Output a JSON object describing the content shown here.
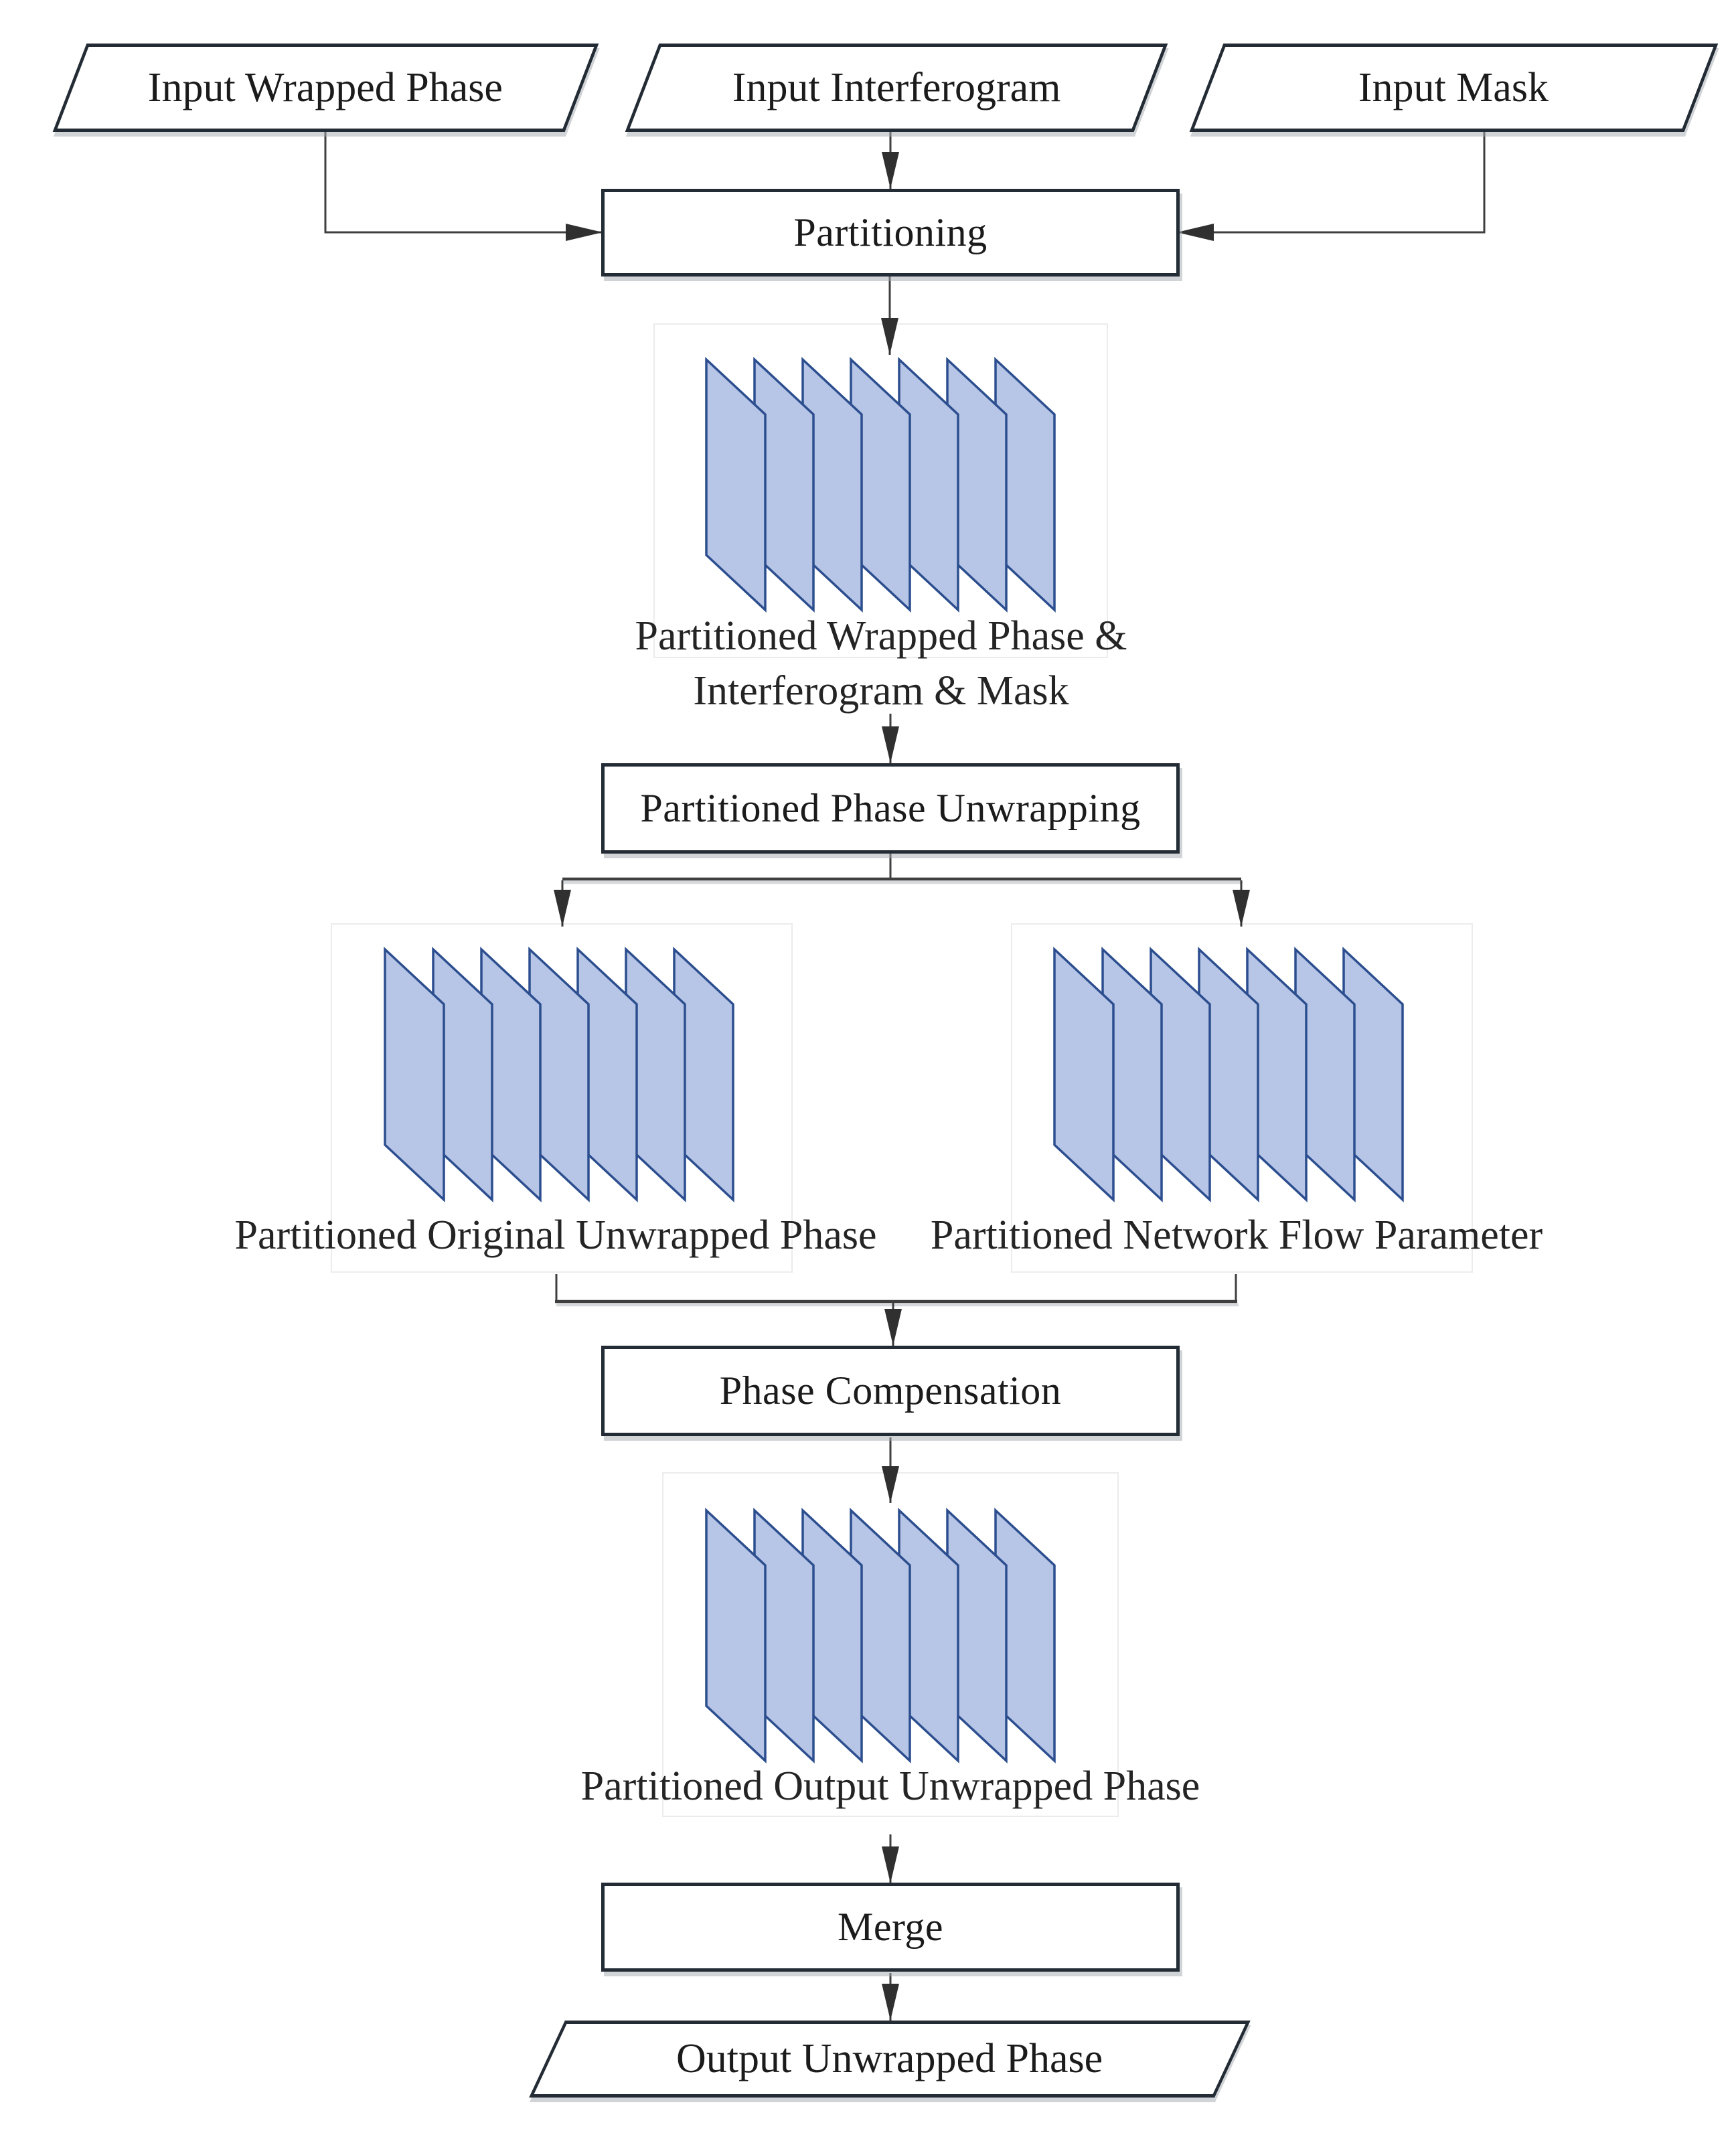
{
  "nodes": {
    "input_wrapped_phase": {
      "label": "Input Wrapped Phase",
      "type": "io-parallelogram"
    },
    "input_interferogram": {
      "label": "Input Interferogram",
      "type": "io-parallelogram"
    },
    "input_mask": {
      "label": "Input Mask",
      "type": "io-parallelogram"
    },
    "partitioning": {
      "label": "Partitioning",
      "type": "process-box"
    },
    "stack_inputs": {
      "label_line1": "Partitioned Wrapped Phase &",
      "label_line2": "Interferogram & Mask",
      "layers": 7,
      "type": "layer-stack"
    },
    "partitioned_phase_unwrapping": {
      "label": "Partitioned Phase Unwrapping",
      "type": "process-box"
    },
    "stack_original": {
      "label": "Partitioned Original Unwrapped Phase",
      "layers": 7,
      "type": "layer-stack"
    },
    "stack_netflow": {
      "label": "Partitioned Network Flow Parameter",
      "layers": 7,
      "type": "layer-stack"
    },
    "phase_compensation": {
      "label": "Phase Compensation",
      "type": "process-box"
    },
    "stack_output": {
      "label": "Partitioned Output Unwrapped Phase",
      "layers": 7,
      "type": "layer-stack"
    },
    "merge": {
      "label": "Merge",
      "type": "process-box"
    },
    "output_unwrapped_phase": {
      "label": "Output Unwrapped Phase",
      "type": "io-parallelogram"
    }
  },
  "colors": {
    "panel_fill": "#b7c5e6",
    "panel_stroke": "#2c4e8f",
    "box_border": "#232b35",
    "connector": "#3f3f3f",
    "arrowhead": "#303030",
    "faint_outline": "#ececec"
  }
}
